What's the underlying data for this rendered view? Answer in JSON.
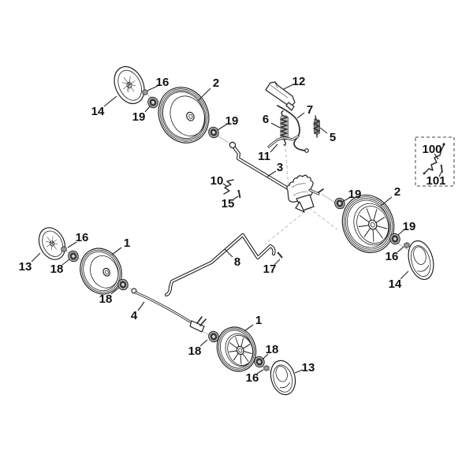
{
  "diagram": {
    "colors": {
      "background": "#ffffff",
      "line": "#222222",
      "projection_line": "#b3b3b3",
      "bearing_dark": "#3a3a3a",
      "metal_gray": "#9a9a9a"
    },
    "part_labels": [
      "14",
      "16",
      "19",
      "2",
      "19",
      "12",
      "7",
      "6",
      "5",
      "11",
      "3",
      "10",
      "15",
      "19",
      "2",
      "100",
      "101",
      "19",
      "16",
      "14",
      "13",
      "16",
      "18",
      "1",
      "18",
      "4",
      "8",
      "17",
      "18",
      "1",
      "18",
      "16",
      "13"
    ]
  }
}
